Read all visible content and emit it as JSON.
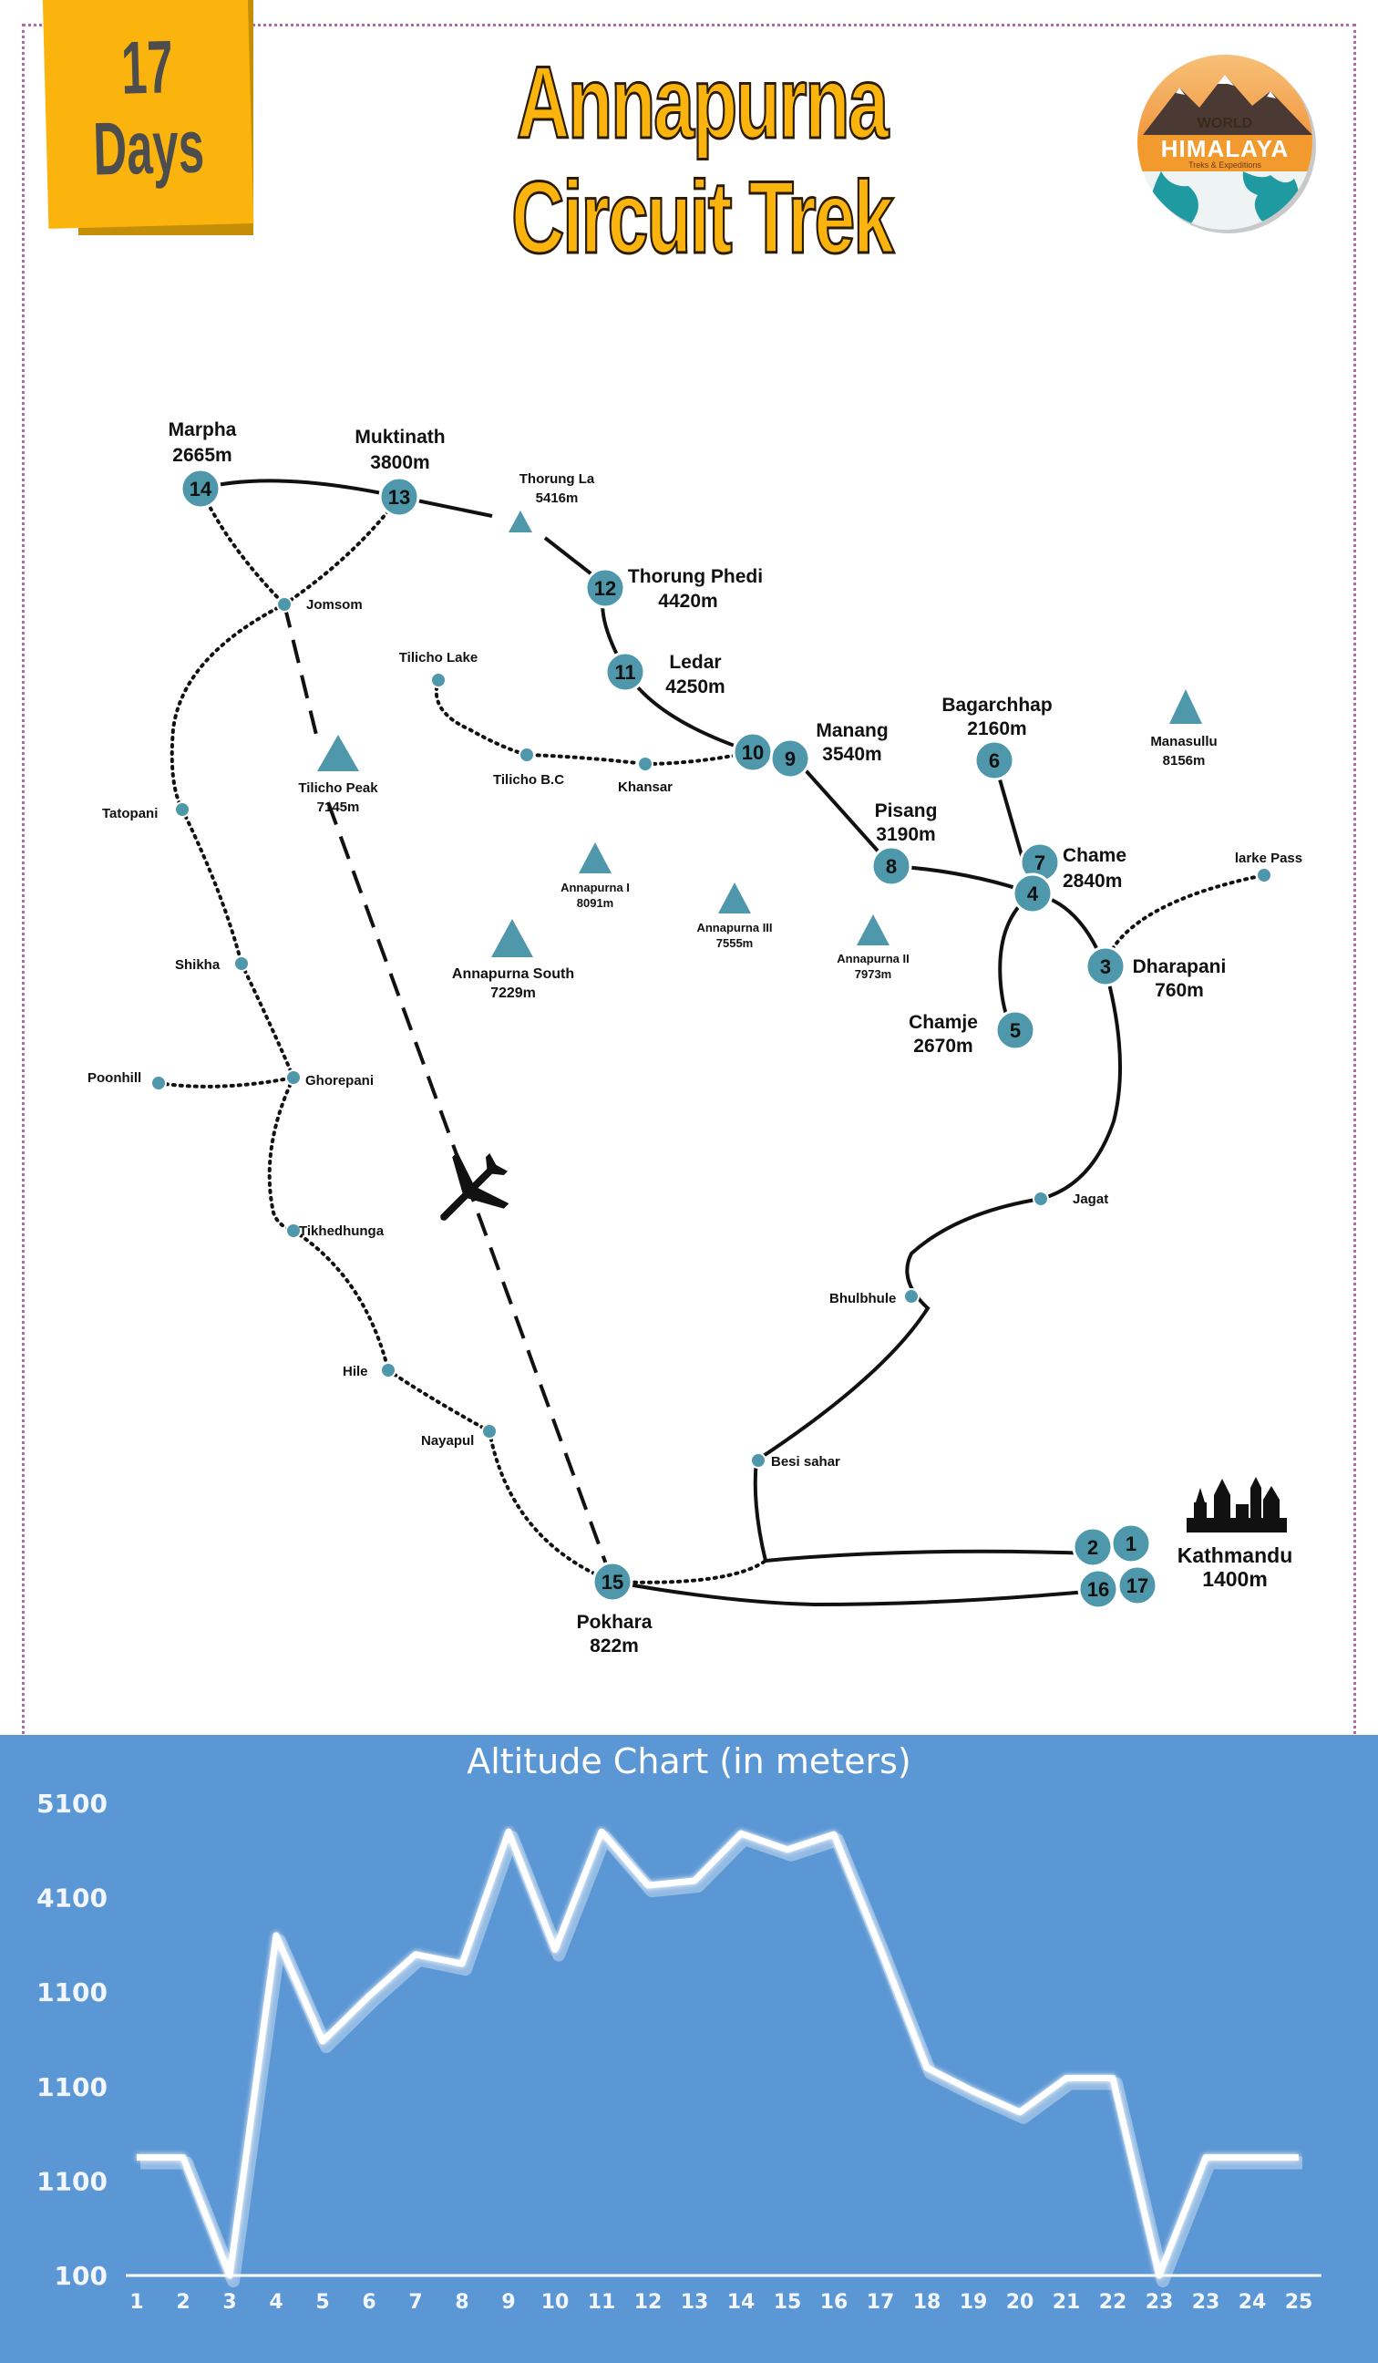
{
  "header": {
    "days_number": "17",
    "days_word": "Days",
    "title": "Annapurna Circuit Trek"
  },
  "logo": {
    "line1": "WORLD",
    "line2": "HIMALAYA",
    "line3": "Treks & Expeditions"
  },
  "stops": {
    "marpha": {
      "num": "14",
      "name": "Marpha",
      "alt": "2665m"
    },
    "muktinath": {
      "num": "13",
      "name": "Muktinath",
      "alt": "3800m"
    },
    "thorung_phedi": {
      "num": "12",
      "name": "Thorung Phedi",
      "alt": "4420m"
    },
    "ledar": {
      "num": "11",
      "name": "Ledar",
      "alt": "4250m"
    },
    "manang": {
      "num_a": "10",
      "num_b": "9",
      "name": "Manang",
      "alt": "3540m"
    },
    "bagarchhap": {
      "num": "6",
      "name": "Bagarchhap",
      "alt": "2160m"
    },
    "pisang": {
      "num": "8",
      "name": "Pisang",
      "alt": "3190m"
    },
    "chame": {
      "num_a": "7",
      "num_b": "4",
      "name": "Chame",
      "alt": "2840m"
    },
    "dharapani": {
      "num": "3",
      "name": "Dharapani",
      "alt": "760m"
    },
    "chamje": {
      "num": "5",
      "name": "Chamje",
      "alt": "2670m"
    },
    "pokhara": {
      "num": "15",
      "name": "Pokhara",
      "alt": "822m"
    },
    "kathmandu": {
      "nums": [
        "2",
        "1",
        "16",
        "17"
      ],
      "name": "Kathmandu",
      "alt": "1400m"
    }
  },
  "places": {
    "jomsom": "Jomsom",
    "tilicho_lake": "Tilicho Lake",
    "tilicho_bc": "Tilicho B.C",
    "khansar": "Khansar",
    "tatopani": "Tatopani",
    "shikha": "Shikha",
    "poonhill": "Poonhill",
    "ghorepani": "Ghorepani",
    "tikhedhunga": "Tikhedhunga",
    "hile": "Hile",
    "nayapul": "Nayapul",
    "jagat": "Jagat",
    "bhulbhule": "Bhulbhule",
    "besi_sahar": "Besi sahar",
    "larke_pass": "larke Pass"
  },
  "peaks": {
    "thorung_la": {
      "name": "Thorung La",
      "alt": "5416m"
    },
    "tilicho_peak": {
      "name": "Tilicho Peak",
      "alt": "7145m"
    },
    "manasullu": {
      "name": "Manasullu",
      "alt": "8156m"
    },
    "annapurna_i": {
      "name": "Annapurna I",
      "alt": "8091m"
    },
    "annapurna_iii": {
      "name": "Annapurna III",
      "alt": "7555m"
    },
    "annapurna_ii": {
      "name": "Annapurna II",
      "alt": "7973m"
    },
    "annapurna_south": {
      "name": "Annapurna South",
      "alt": "7229m"
    }
  },
  "colors": {
    "node": "#4f97ab",
    "accent": "#fbb40e",
    "chart_bg": "#5b97d4"
  },
  "chart_data": {
    "type": "area",
    "title": "Altitude Chart (in meters)",
    "x_tick_labels": [
      "1",
      "2",
      "3",
      "4",
      "5",
      "6",
      "7",
      "8",
      "9",
      "10",
      "11",
      "12",
      "13",
      "14",
      "15",
      "16",
      "17",
      "18",
      "19",
      "20",
      "21",
      "22",
      "23",
      "23",
      "24",
      "25"
    ],
    "y_tick_labels": [
      "5100",
      "4100",
      "1100",
      "1100",
      "1100",
      "100"
    ],
    "grid": false,
    "legend": "none",
    "series": [
      {
        "values": [
          1350,
          1350,
          100,
          3700,
          2580,
          3060,
          3500,
          3400,
          4800,
          3550,
          4800,
          4230,
          4280,
          4780,
          4610,
          4770,
          3560,
          2300,
          2050,
          1830,
          2190,
          2190,
          100,
          1350,
          1350,
          1350
        ]
      }
    ]
  }
}
